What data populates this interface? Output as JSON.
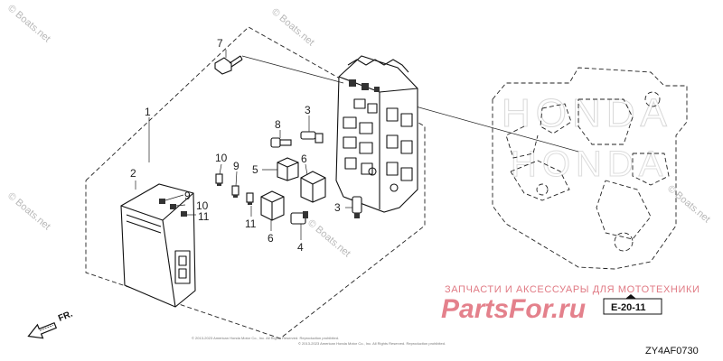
{
  "watermarks": [
    "© Boats.net",
    "© Boats.net",
    "© Boats.net",
    "© Boats.net",
    "© Boats.net"
  ],
  "callouts": [
    {
      "id": "1",
      "text": "1"
    },
    {
      "id": "2",
      "text": "2"
    },
    {
      "id": "3a",
      "text": "3"
    },
    {
      "id": "3b",
      "text": "3"
    },
    {
      "id": "4",
      "text": "4"
    },
    {
      "id": "5",
      "text": "5"
    },
    {
      "id": "6a",
      "text": "6"
    },
    {
      "id": "6b",
      "text": "6"
    },
    {
      "id": "7",
      "text": "7"
    },
    {
      "id": "8",
      "text": "8"
    },
    {
      "id": "9a",
      "text": "9"
    },
    {
      "id": "9b",
      "text": "9"
    },
    {
      "id": "10a",
      "text": "10"
    },
    {
      "id": "10b",
      "text": "10"
    },
    {
      "id": "11a",
      "text": "11"
    },
    {
      "id": "11b",
      "text": "11"
    }
  ],
  "reference": "E-20-11",
  "diagram_code": "ZY4AF0730",
  "direction_label": "FR.",
  "russian_caption": "ЗАПЧАСТИ И АКСЕССУАРЫ ДЛЯ МОТОТЕХНИКИ",
  "brand_watermark": "PartsFor.ru",
  "background_brand": "HONDA",
  "copyright": "© 2013-2023 American Honda Motor Co., Inc. All Rights Reserved. Reproduction prohibited."
}
